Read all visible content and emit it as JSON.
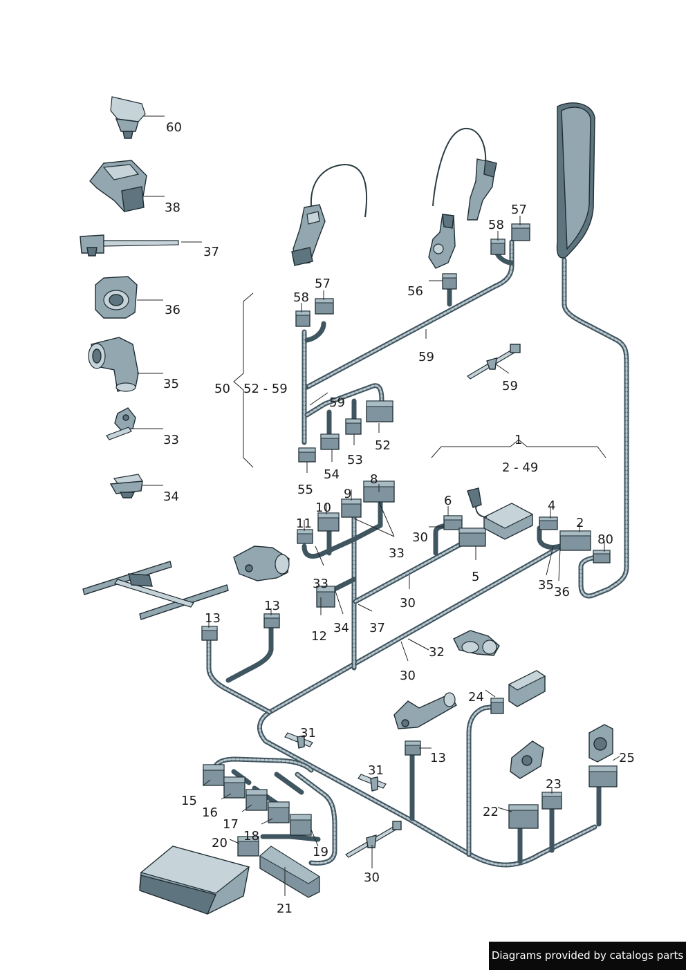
{
  "footer": {
    "text": "Diagrams provided by catalogs parts"
  },
  "callouts": {
    "c60": "60",
    "c38": "38",
    "c37": "37",
    "c36": "36",
    "c35": "35",
    "c33": "33",
    "c34": "34",
    "c50": "50",
    "c52_59": "52 - 59",
    "c58a": "58",
    "c57a": "57",
    "c58b": "58",
    "c57b": "57",
    "c56": "56",
    "c59a": "59",
    "c59b": "59",
    "c59c": "59",
    "c52": "52",
    "c53": "53",
    "c54": "54",
    "c55": "55",
    "c1": "1",
    "c2_49": "2 - 49",
    "c6": "6",
    "c4": "4",
    "c2": "2",
    "c80": "80",
    "c8": "8",
    "c9": "9",
    "c10": "10",
    "c11": "11",
    "c30a": "30",
    "c5": "5",
    "c33b": "33",
    "c33c": "33",
    "c35b": "35",
    "c36b": "36",
    "c30b": "30",
    "c12": "12",
    "c34b": "34",
    "c37b": "37",
    "c13a": "13",
    "c13b": "13",
    "c32": "32",
    "c30c": "30",
    "c24": "24",
    "c31a": "31",
    "c31b": "31",
    "c13c": "13",
    "c25": "25",
    "c15": "15",
    "c16": "16",
    "c17": "17",
    "c18": "18",
    "c20": "20",
    "c19": "19",
    "c23": "23",
    "c22": "22",
    "c30d": "30",
    "c21": "21"
  }
}
